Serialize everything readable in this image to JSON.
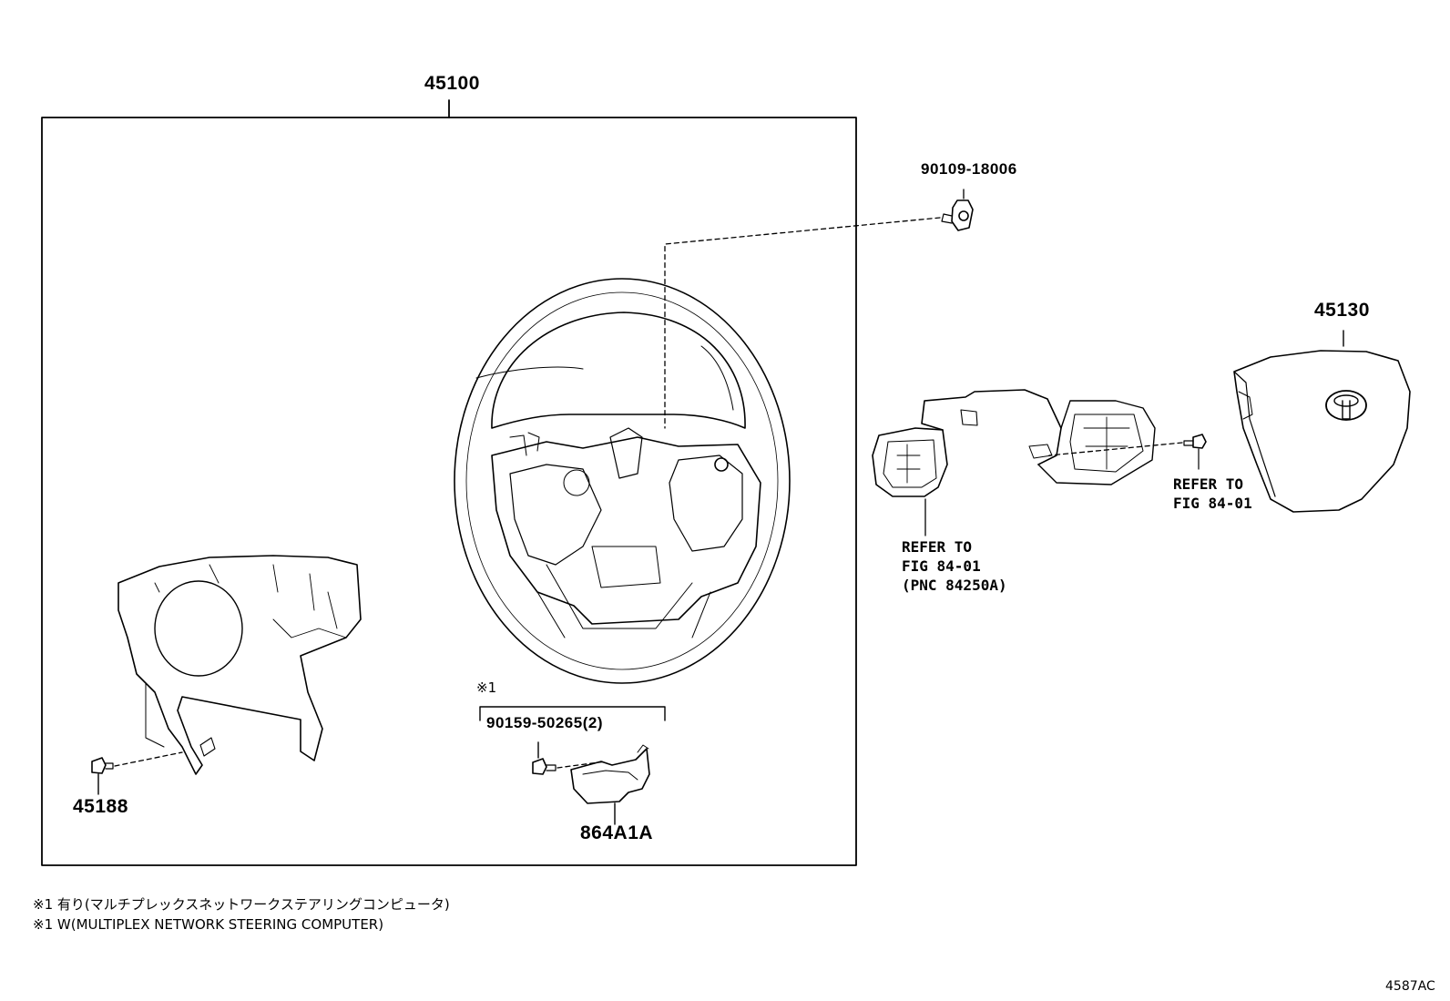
{
  "labels": {
    "assembly": "45100",
    "bolt_top": "90109-18006",
    "airbag": "45130",
    "cover_bolt": "45188",
    "computer_bolts": "90159-50265(2)",
    "computer": "864A1A",
    "option_mark": "※1"
  },
  "refer_switch_right": [
    "REFER TO",
    "FIG 84-01"
  ],
  "refer_switch_left": [
    "REFER TO",
    "FIG 84-01",
    "(PNC 84250A)"
  ],
  "notes": [
    "※1 有り(マルチプレックスネットワークステアリングコンピュータ)",
    "※1 W(MULTIPLEX NETWORK STEERING COMPUTER)"
  ],
  "figure_code": "4587AC"
}
